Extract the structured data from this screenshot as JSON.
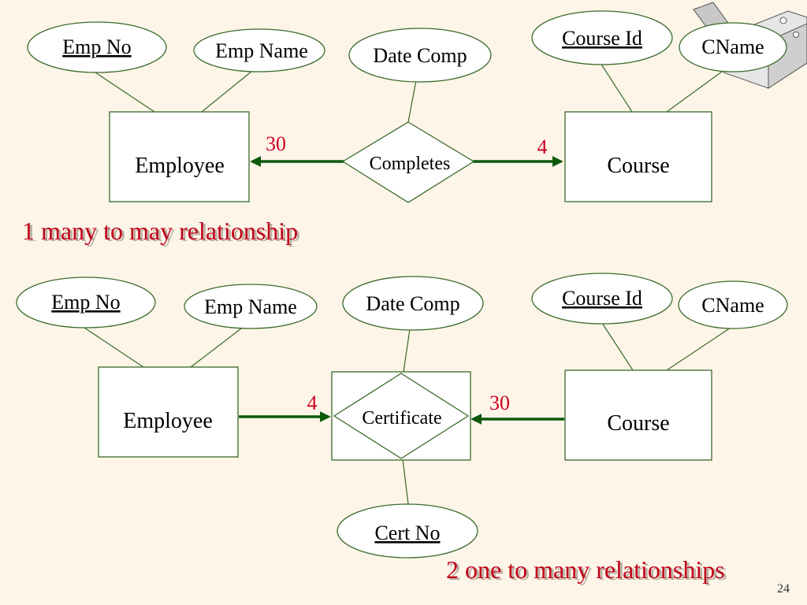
{
  "diagram1": {
    "attributes": {
      "emp_no": "Emp No",
      "emp_name": "Emp Name",
      "date_comp": "Date Comp",
      "course_id": "Course Id",
      "cname": "CName"
    },
    "entities": {
      "employee": "Employee",
      "course": "Course"
    },
    "relationship": "Completes",
    "cardinality_left": "30",
    "cardinality_right": "4",
    "caption": "1 many to may relationship"
  },
  "diagram2": {
    "attributes": {
      "emp_no": "Emp No",
      "emp_name": "Emp Name",
      "date_comp": "Date Comp",
      "course_id": "Course Id",
      "cname": "CName",
      "cert_no": "Cert No"
    },
    "entities": {
      "employee": "Employee",
      "course": "Course"
    },
    "relationship": "Certificate",
    "cardinality_left": "4",
    "cardinality_right": "30",
    "caption": "2 one to many relationships"
  },
  "slide_number": "24",
  "colors": {
    "background": "#fdf5e8",
    "line": "#3a6a2a",
    "arrow": "#0b5a0b",
    "cardinality": "#cc0022",
    "caption": "#c00018"
  },
  "icons": {
    "corner_graphic": "stapler-icon"
  }
}
